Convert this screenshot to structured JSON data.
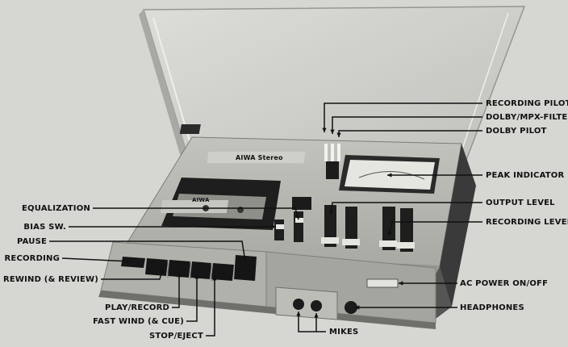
{
  "brand_plate": "AIWA Stereo",
  "cassette_label": "AIWA",
  "left_labels": {
    "equalization": "EQUALIZATION",
    "bias_sw": "BIAS SW.",
    "pause": "PAUSE",
    "recording": "RECORDING",
    "rewind": "REWIND (& REVIEW)"
  },
  "right_labels": {
    "recording_pilot": "RECORDING PILOT",
    "dolby_mpx": "DOLBY/MPX-FILTER SW.",
    "dolby_pilot": "DOLBY PILOT",
    "peak_indicator": "PEAK INDICATOR",
    "output_level": "OUTPUT LEVEL",
    "recording_level": "RECORDING LEVEL",
    "ac_power": "AC POWER ON/OFF",
    "headphones": "HEADPHONES"
  },
  "bottom_labels": {
    "play_record": "PLAY/RECORD",
    "fast_wind": "FAST WIND (& CUE)",
    "stop_eject": "STOP/EJECT",
    "mikes": "MIKES"
  },
  "colors": {
    "background": "#d6d6d2",
    "line": "#111111",
    "deck_body": "#b9b9b4",
    "lid": "#c9c9c4"
  }
}
